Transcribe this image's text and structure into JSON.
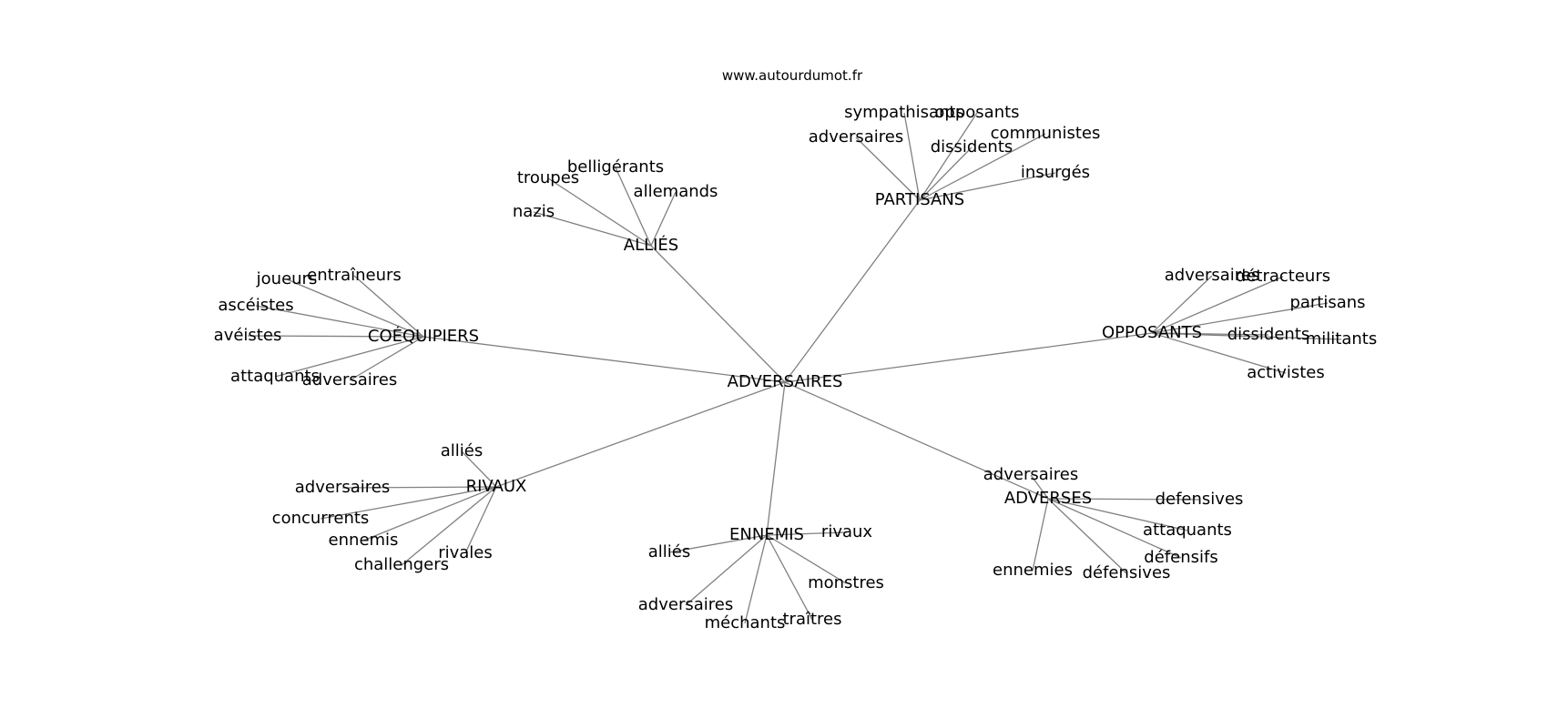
{
  "watermark": "www.autourdumot.fr",
  "center": "ADVERSAIRES",
  "clusters": [
    {
      "id": "allies",
      "label": "ALLIÉS",
      "leaves": [
        "belligérants",
        "troupes",
        "allemands",
        "nazis"
      ]
    },
    {
      "id": "partisans",
      "label": "PARTISANS",
      "leaves": [
        "sympathisants",
        "opposants",
        "adversaires",
        "communistes",
        "dissidents",
        "insurgés"
      ]
    },
    {
      "id": "coequipiers",
      "label": "COÉQUIPIERS",
      "leaves": [
        "joueurs",
        "entraîneurs",
        "ascéistes",
        "avéistes",
        "attaquants",
        "adversaires"
      ]
    },
    {
      "id": "opposants",
      "label": "OPPOSANTS",
      "leaves": [
        "adversaires",
        "détracteurs",
        "partisans",
        "dissidents",
        "militants",
        "activistes"
      ]
    },
    {
      "id": "rivaux",
      "label": "RIVAUX",
      "leaves": [
        "alliés",
        "adversaires",
        "concurrents",
        "ennemis",
        "rivales",
        "challengers"
      ]
    },
    {
      "id": "ennemis",
      "label": "ENNEMIS",
      "leaves": [
        "rivaux",
        "alliés",
        "monstres",
        "adversaires",
        "traîtres",
        "méchants"
      ]
    },
    {
      "id": "adverses",
      "label": "ADVERSES",
      "leaves": [
        "adversaires",
        "defensives",
        "attaquants",
        "défensifs",
        "ennemies",
        "défensives"
      ]
    }
  ]
}
